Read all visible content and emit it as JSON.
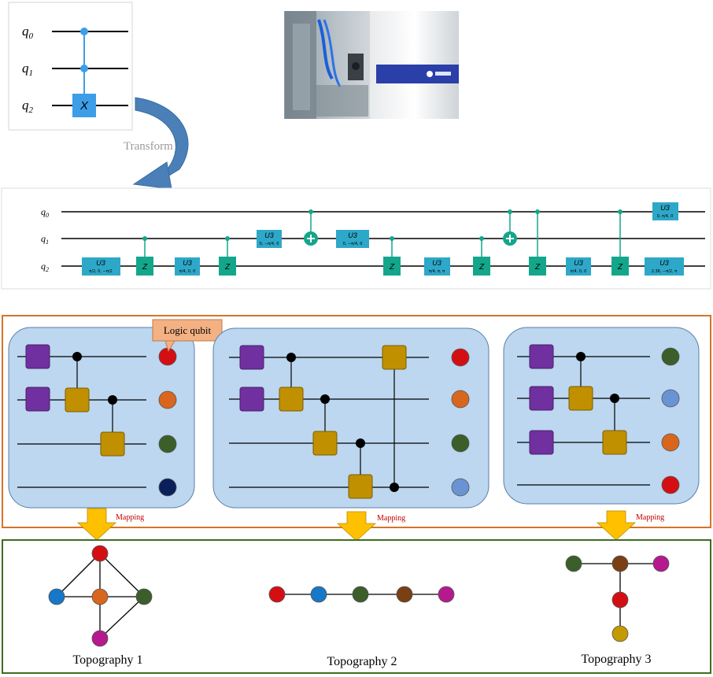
{
  "top_circuit": {
    "qubits": [
      "q0",
      "q1",
      "q2"
    ],
    "gate_label": "X"
  },
  "transform_label": "Transform",
  "transpiled": {
    "qubits": [
      "q0",
      "q1",
      "q2"
    ],
    "u3_label": "U3",
    "z_label": "Z",
    "params": {
      "g1": "π/2, 0, −π/2",
      "g2": "π/4, 0, 0",
      "g3": "0, −π/4, 0",
      "g4": "0, −π/4, 0",
      "g5": "π/4, π, π",
      "g6": "π/4, 0, 0",
      "g7": "2.36, −π/2, π",
      "g8": "0, π/4, 0"
    }
  },
  "logic_qubit_label": "Logic qubit",
  "mapping_label": "Mapping",
  "topographies": [
    "Topography 1",
    "Topography 2",
    "Topography 3"
  ],
  "colors": {
    "red": "#d40f14",
    "orange": "#d8661d",
    "green": "#3c5e2b",
    "navy": "#0b1f5b",
    "lightblue": "#6a93d3",
    "blue": "#1778c8",
    "brown": "#7a3f15",
    "magenta": "#b41a8e",
    "mustard": "#c49a00",
    "purple": "#7030a0",
    "gold": "#c09000",
    "teal": "#14a68a",
    "u3": "#2ea8c8",
    "panel": "#bcd7ef",
    "orange_frame": "#d4742a",
    "green_frame": "#3f6d1f",
    "mapping_arrow": "#ffc000",
    "curve_arrow": "#4a7fb8",
    "gate_x": "#3d9ee8"
  }
}
